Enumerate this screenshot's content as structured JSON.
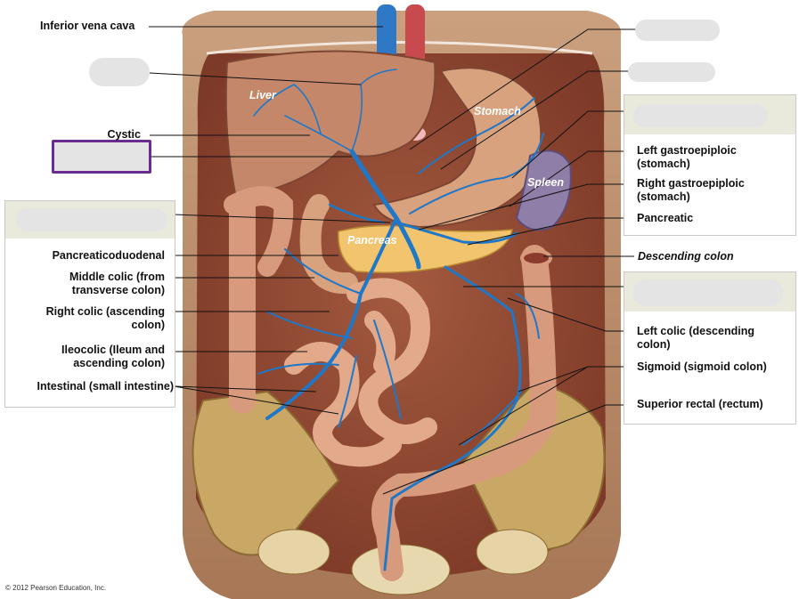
{
  "labels": {
    "inferior_vena_cava": "Inferior vena cava",
    "cystic": "Cystic",
    "pancreaticoduodenal": "Pancreaticoduodenal",
    "middle_colic": "Middle colic (from transverse colon)",
    "right_colic": "Right colic (ascending colon)",
    "ileocolic": "Ileocolic (Ileum and ascending colon)",
    "intestinal": "Intestinal (small intestine)",
    "left_gastroepiploic": "Left gastroepiploic (stomach)",
    "right_gastroepiploic": "Right gastroepiploic (stomach)",
    "pancreatic": "Pancreatic",
    "descending_colon": "Descending colon",
    "left_colic": "Left colic (descending colon)",
    "sigmoid": "Sigmoid (sigmoid colon)",
    "superior_rectal": "Superior rectal (rectum)"
  },
  "organs": {
    "liver": "Liver",
    "stomach": "Stomach",
    "spleen": "Spleen",
    "pancreas": "Pancreas"
  },
  "copyright": "© 2012 Pearson Education, Inc.",
  "colors": {
    "vein": "#1f77c8",
    "highlight_box": "#6a2c91",
    "panel_header": "#e9e9dc"
  }
}
